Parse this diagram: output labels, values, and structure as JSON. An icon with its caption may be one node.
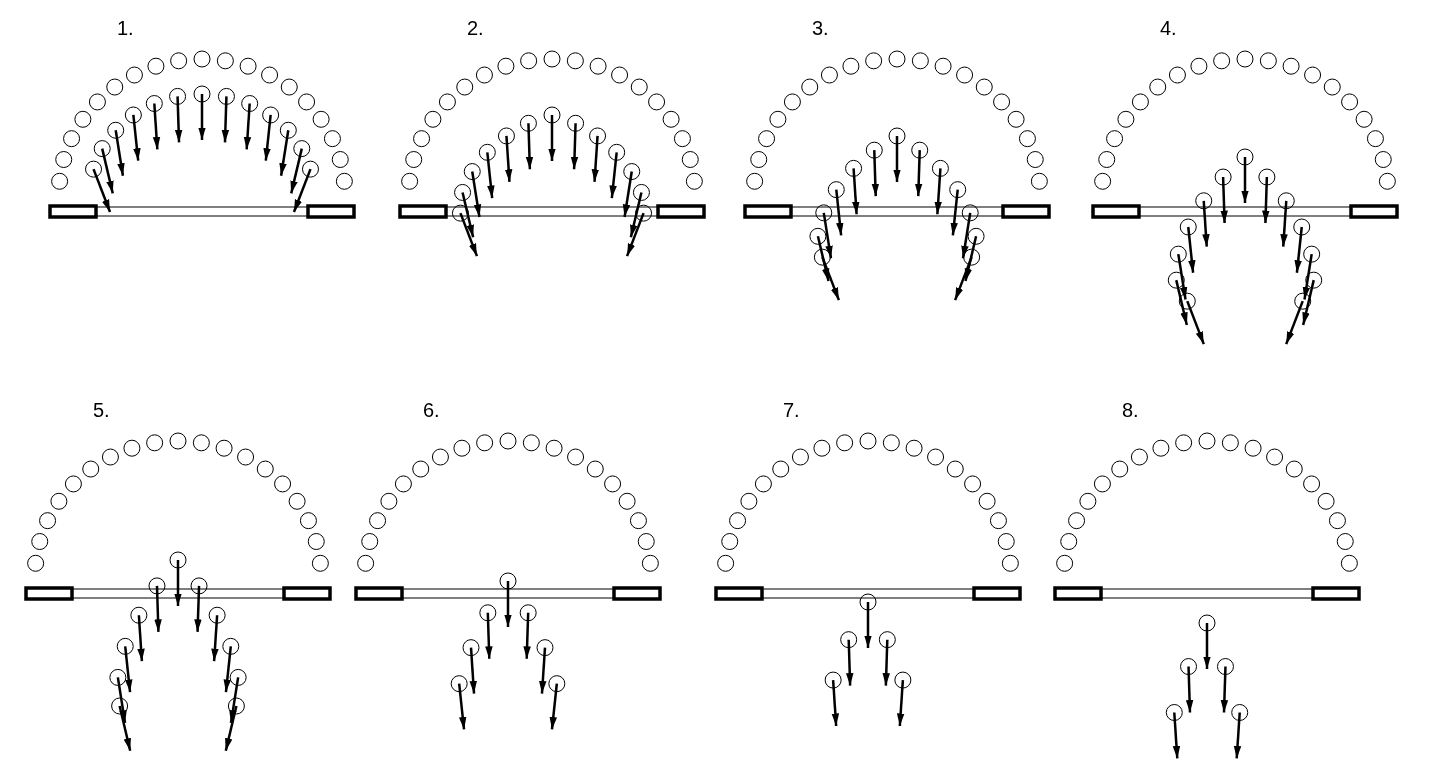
{
  "diagram": {
    "labels": [
      "1.",
      "2.",
      "3.",
      "4.",
      "5.",
      "6.",
      "7.",
      "8."
    ]
  }
}
